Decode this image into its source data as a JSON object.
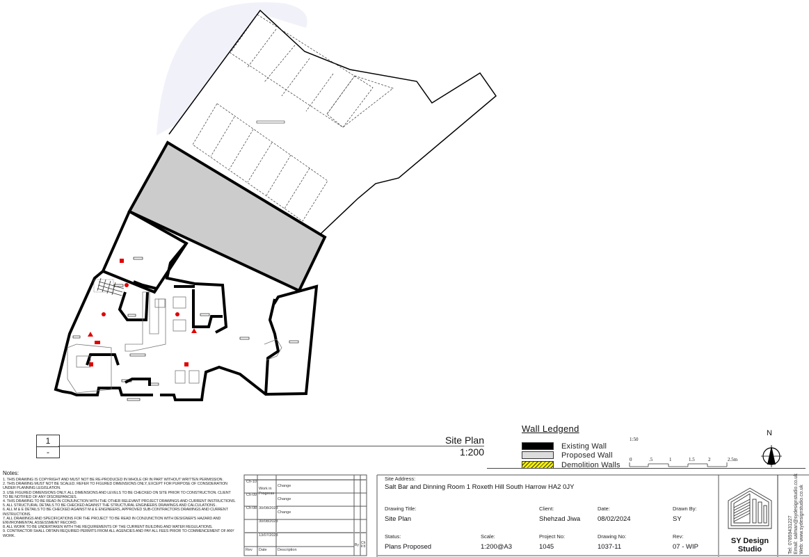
{
  "drawing": {
    "view_number": "1",
    "view_sub": "-",
    "view_title": "Site Plan",
    "view_scale": "1:200"
  },
  "legend": {
    "title": "Wall Ledgend",
    "items": [
      {
        "label": "Existing Wall",
        "color": "#000000"
      },
      {
        "label": "Proposed Wall",
        "color": "#dcdcdc"
      },
      {
        "label": "Demolition Walls",
        "color": "#f5f000"
      }
    ]
  },
  "scale_bar": {
    "ratio": "1:50",
    "ticks": [
      "0",
      ".5",
      "1",
      "1.5",
      "2",
      "2.5m"
    ]
  },
  "north_arrow": {
    "label": "N"
  },
  "notes": {
    "title": "Notes:",
    "items": [
      "1. THIS DRAWING IS COPYRIGHT AND MUST NOT BE RE-PRODUCED IN WHOLE OR IN PART WITHOUT WRITTEN PERMISSION.",
      "2. THIS DRAWING MUST NOT BE SCALED. REFER TO FIGURED DIMENSIONS ONLY, EXCEPT FOR PURPOSE OF CONSIDERATION UNDER PLANNING LEGISLATION.",
      "3. USE FIGURED DIMENSIONS ONLY. ALL DIMENSIONS AND LEVELS TO BE CHECKED ON SITE PRIOR TO CONSTRUCTION. CLIENT TO BE NOTIFIED OF ANY DISCREPANCIES.",
      "4. THIS DRAWING TO BE READ IN CONJUNCTION WITH THE OTHER RELEVANT PROJECT DRAWINGS AND CURRENT INSTRUCTIONS.",
      "5. ALL STRUCTURAL DETAILS TO BE CHECKED AGAINST THE STRUCTURAL ENGINEERS DRAWINGS AND CALCULATIONS .",
      "6. ALL M & E DETAILS TO BE CHECKED AGAINST M & E ENGINEERS, APPROVED SUB-CONTRACTORS DRAWINGS AND CURRENT INSTRUCTIONS.",
      "7. ALL DRAWINGS AND SPECIFICATIONS FOR THE PROJECT TO BE READ IN CONJUNCTION WITH DESIGNER'S HAZARD AND ENVIRONMENTAL ASSESSMENT RECORD.",
      "8. ALL WORK TO BE UNDERTAKEN WITH THE REQUIREMENTS OF THE CURRENT BUILDING AND WATER REGULATIONS.",
      "9. CONTRACTOR SHALL OBTAIN REQUIRED PERMITS FROM ALL AGENCIES AND PAY ALL FEES PRIOR TO COMMENCEMENT OF ANY WORK."
    ]
  },
  "revisions": {
    "rows": [
      {
        "rev": "Ch-10",
        "date": "Work in Progress",
        "description": "Change",
        "by": "",
        "chkd": ""
      },
      {
        "rev": "Ch-09",
        "date": "",
        "description": "Change",
        "by": "",
        "chkd": ""
      },
      {
        "rev": "Ch-08",
        "date": "30/08/2023",
        "description": "Change",
        "by": "",
        "chkd": ""
      },
      {
        "rev": "",
        "date": "30/08/2023",
        "description": "",
        "by": "",
        "chkd": ""
      },
      {
        "rev": "",
        "date": "13/07/2023",
        "description": "",
        "by": "",
        "chkd": ""
      }
    ],
    "headers": {
      "rev": "Rev",
      "date": "Date",
      "description": "Description",
      "by": "By",
      "chkd": "Chk'd"
    }
  },
  "title_block": {
    "site_address_label": "Site Address:",
    "site_address": "Salt Bar and Dinning Room 1 Roxeth Hill South Harrow HA2 0JY",
    "drawing_title_label": "Drawing Title:",
    "drawing_title": "Site Plan",
    "client_label": "Client:",
    "client": "Shehzad Jiwa",
    "date_label": "Date:",
    "date": "08/02/2024",
    "drawn_by_label": "Drawn By:",
    "drawn_by": "SY",
    "status_label": "Status:",
    "status": "Plans Proposed",
    "scale_label": "Scale:",
    "scale": "1:200@A3",
    "project_no_label": "Project No:",
    "project_no": "1045",
    "drawing_no_label": "Drawing No:",
    "drawing_no": "1037-11",
    "rev_label": "Rev:",
    "rev": "07 - WIP"
  },
  "studio": {
    "name_line1": "SY Design",
    "name_line2": "Studio",
    "tel": "Tel: 07859431227",
    "email": "Email: salman@sydesignstudio.co.uk",
    "web": "Web: www.sydesignstudio.co.uk"
  },
  "colors": {
    "existing_wall": "#000000",
    "proposed_area": "#cccccc",
    "fixture_red": "#e00000",
    "boundary_haze": "#dcdcf0"
  }
}
